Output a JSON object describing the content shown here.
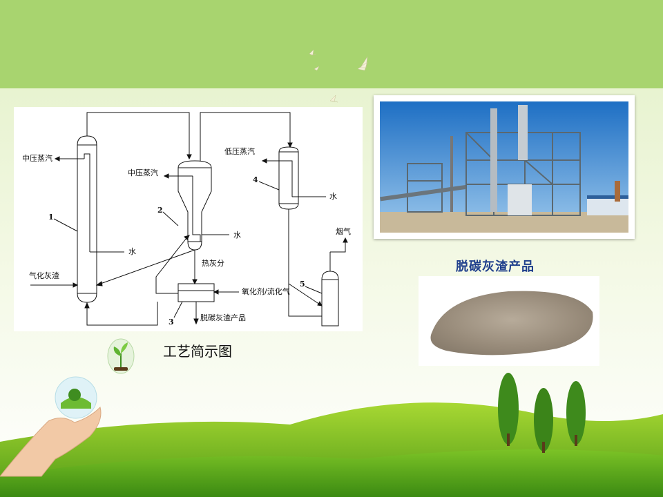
{
  "diagram": {
    "labels": {
      "steam_mid_1": "中压蒸汽",
      "steam_mid_2": "中压蒸汽",
      "steam_low": "低压蒸汽",
      "water_1": "水",
      "water_2": "水",
      "water_4": "水",
      "gasified_ash": "气化灰渣",
      "hot_ash": "热灰分",
      "oxidant": "氧化剂/流化气",
      "product": "脱碳灰渣产品",
      "flue_gas": "烟气"
    },
    "numbers": {
      "n1": "1",
      "n2": "2",
      "n3": "3",
      "n4": "4",
      "n5": "5"
    }
  },
  "caption": "工艺简示图",
  "product_title": "脱碳灰渣产品",
  "colors": {
    "header": "#a8d46f",
    "grass": "#5fae1e",
    "title": "#1f3f8c"
  },
  "icons": [
    "leaf-sprout-icon",
    "hand-globe-icon",
    "bird-icon",
    "tree-icon"
  ]
}
